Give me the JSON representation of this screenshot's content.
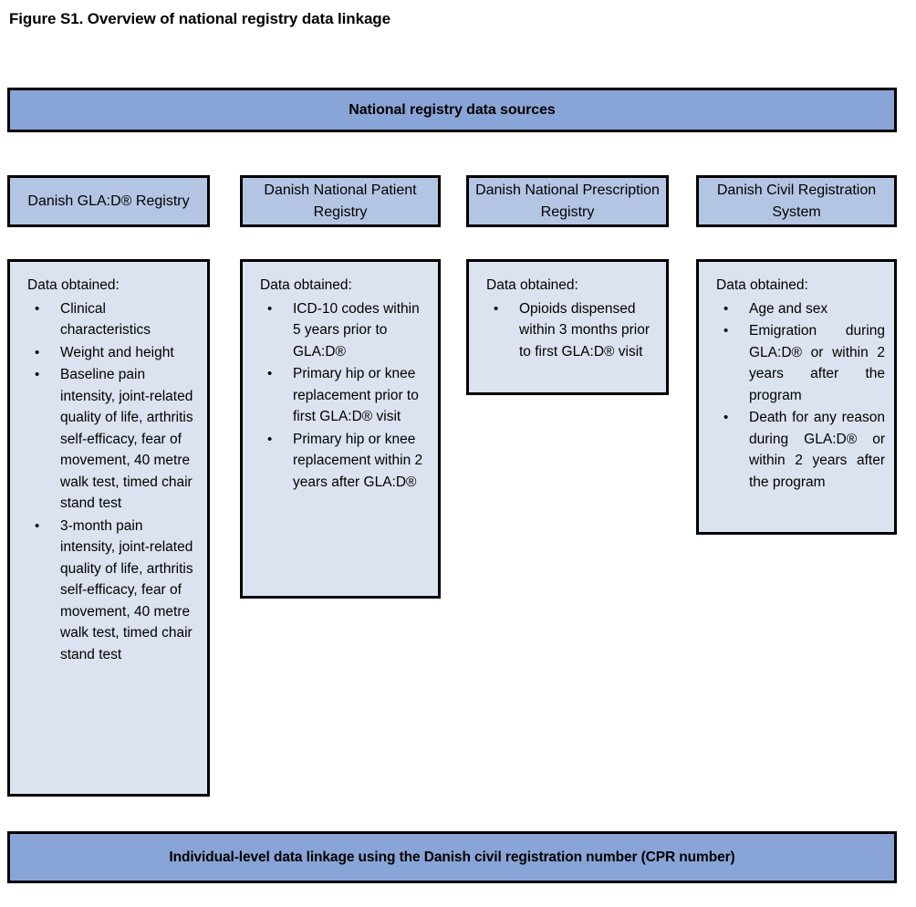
{
  "figure": {
    "title": "Figure S1. Overview of national registry data linkage"
  },
  "top_banner": {
    "label": "National registry data sources"
  },
  "bottom_banner": {
    "label": "Individual-level data linkage using the Danish civil registration number (CPR number)"
  },
  "obtained_label": "Data obtained:",
  "registries": [
    {
      "name": "Danish GLA:D® Registry",
      "items": [
        "Clinical characteristics",
        "Weight and height",
        "Baseline pain intensity, joint-related quality of life, arthritis self-efficacy, fear of movement, 40 metre walk test, timed chair stand test",
        "3-month pain intensity, joint-related quality of life, arthritis self-efficacy, fear of movement, 40 metre walk test, timed chair stand test"
      ]
    },
    {
      "name": "Danish National Patient Registry",
      "items": [
        "ICD-10 codes within 5 years prior to GLA:D®",
        "Primary hip or knee replacement prior to first GLA:D® visit",
        "Primary hip or knee replacement within 2 years after GLA:D®"
      ]
    },
    {
      "name": "Danish National Prescription Registry",
      "items": [
        "Opioids dispensed within 3 months prior to first GLA:D® visit"
      ]
    },
    {
      "name": "Danish Civil Registration System",
      "items": [
        "Age and sex",
        "Emigration during GLA:D® or within 2 years after the program",
        "Death for any reason during GLA:D® or within 2 years after the program"
      ]
    }
  ],
  "colors": {
    "banner_fill": "#89a4d6",
    "header_fill": "#b4c5e4",
    "content_fill": "#dbe3f0",
    "border": "#000000",
    "text": "#000000"
  }
}
